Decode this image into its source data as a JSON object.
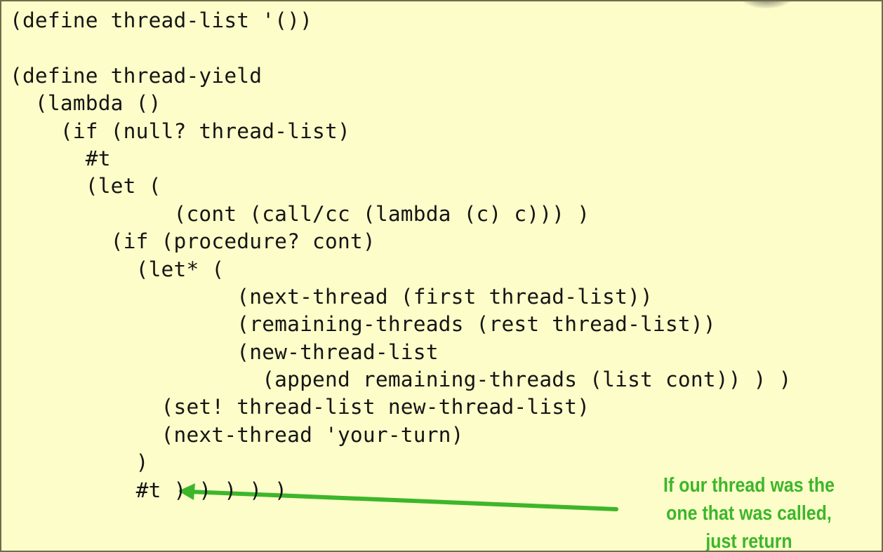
{
  "code_lines": [
    "(define thread-list '())",
    "",
    "(define thread-yield",
    "  (lambda ()",
    "    (if (null? thread-list)",
    "      #t",
    "      (let (",
    "             (cont (call/cc (lambda (c) c))) )",
    "        (if (procedure? cont)",
    "          (let* (",
    "                  (next-thread (first thread-list))",
    "                  (remaining-threads (rest thread-list))",
    "                  (new-thread-list",
    "                    (append remaining-threads (list cont)) ) )",
    "            (set! thread-list new-thread-list)",
    "            (next-thread 'your-turn)",
    "          )",
    "          #t ) ) ) ) )"
  ],
  "annotation": {
    "lines": [
      "If our thread was the",
      "one that was called,",
      "just return"
    ],
    "color": "#3db62b"
  },
  "colors": {
    "background": "#fdfdc9",
    "text": "#151515"
  }
}
